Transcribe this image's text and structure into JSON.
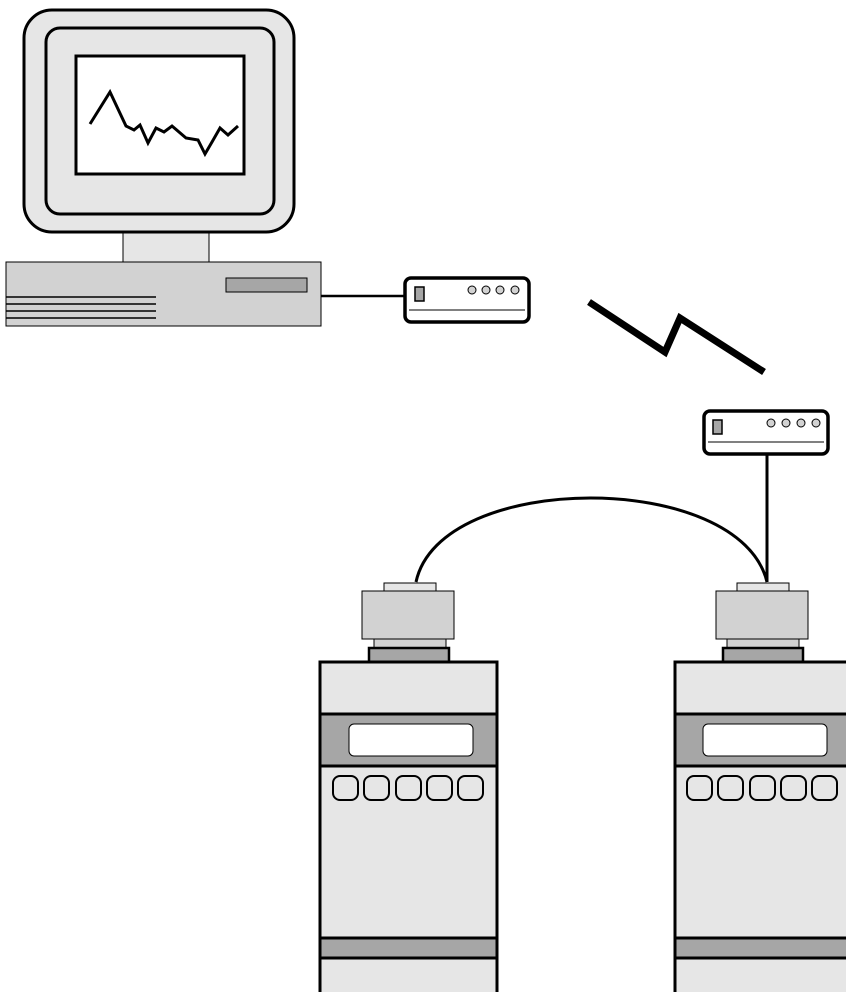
{
  "diagram": {
    "kind": "network-schematic",
    "nodes": [
      {
        "id": "computer",
        "icon": "desktop-computer-icon",
        "screen_content": "waveform"
      },
      {
        "id": "modem-local",
        "icon": "modem-icon",
        "indicator_lights": 4
      },
      {
        "id": "wireless-link",
        "icon": "lightning-bolt-icon"
      },
      {
        "id": "modem-remote",
        "icon": "modem-icon",
        "indicator_lights": 4
      },
      {
        "id": "instrument-left",
        "icon": "meter-device-icon",
        "buttons": 5
      },
      {
        "id": "instrument-right",
        "icon": "meter-device-icon",
        "buttons": 5
      }
    ],
    "connections": [
      {
        "from": "computer",
        "to": "modem-local",
        "medium": "cable"
      },
      {
        "from": "modem-local",
        "to": "modem-remote",
        "medium": "wireless"
      },
      {
        "from": "modem-remote",
        "to": "instrument-right",
        "medium": "cable"
      },
      {
        "from": "instrument-left",
        "to": "instrument-right",
        "medium": "cable"
      }
    ],
    "colors": {
      "outline": "#000000",
      "light_fill": "#e6e6e6",
      "medium_fill": "#d2d2d2",
      "dark_fill": "#a6a6a6",
      "background": "#ffffff"
    }
  }
}
